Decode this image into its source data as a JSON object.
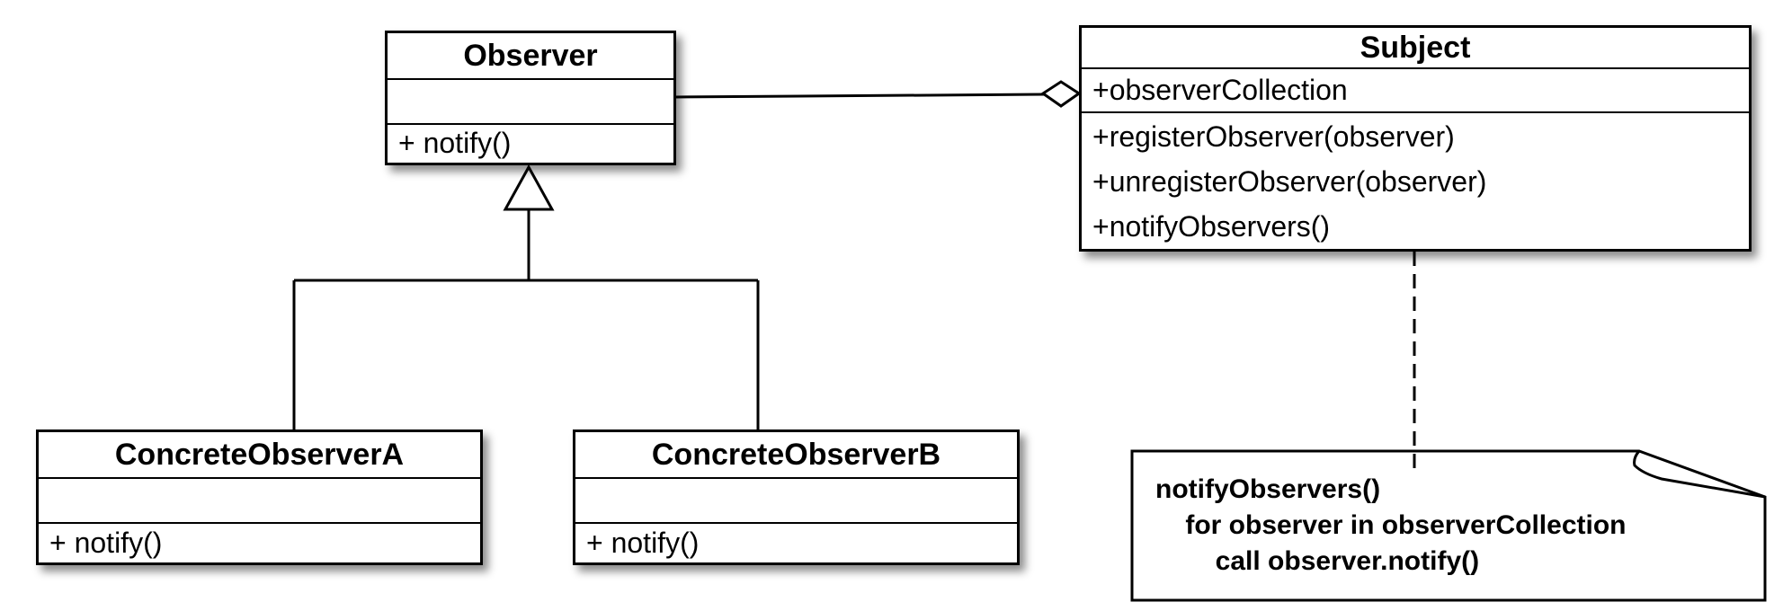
{
  "diagram": {
    "classes": {
      "observer": {
        "name": "Observer",
        "attributes": [],
        "methods": [
          "+ notify()"
        ]
      },
      "subject": {
        "name": "Subject",
        "attributes": [
          "+observerCollection"
        ],
        "methods": [
          "+registerObserver(observer)",
          "+unregisterObserver(observer)",
          "+notifyObservers()"
        ]
      },
      "concrete_a": {
        "name": "ConcreteObserverA",
        "attributes": [],
        "methods": [
          "+ notify()"
        ]
      },
      "concrete_b": {
        "name": "ConcreteObserverB",
        "attributes": [],
        "methods": [
          "+ notify()"
        ]
      }
    },
    "note": {
      "lines": [
        "notifyObservers()",
        "    for observer in observerCollection",
        "        call observer.notify()"
      ]
    },
    "relations": [
      {
        "type": "aggregation",
        "from": "Subject",
        "to": "Observer"
      },
      {
        "type": "generalization",
        "from": "ConcreteObserverA",
        "to": "Observer"
      },
      {
        "type": "generalization",
        "from": "ConcreteObserverB",
        "to": "Observer"
      },
      {
        "type": "note-anchor",
        "from": "Subject",
        "to": "note"
      }
    ]
  }
}
